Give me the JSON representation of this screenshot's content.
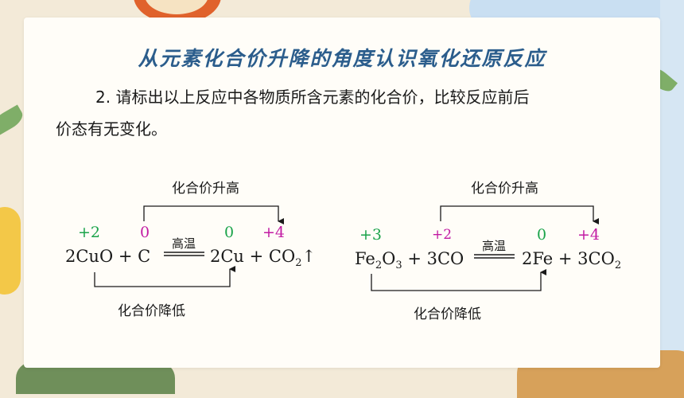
{
  "slide": {
    "title": "从元素化合价升降的角度认识氧化还原反应",
    "paragraph_line1": "2. 请标出以上反应中各物质所含元素的化合价，比较反应前后",
    "paragraph_line2": "价态有无变化。"
  },
  "reaction1": {
    "raise_label": "化合价升高",
    "lower_label": "化合价降低",
    "val_cu_before": "+2",
    "val_c_before": "0",
    "val_cu_after": "0",
    "val_c_after": "+4",
    "lhs": "2CuO + C",
    "condition": "高温",
    "rhs_main": "2Cu + CO",
    "rhs_sub": "2",
    "rhs_tail": "↑"
  },
  "reaction2": {
    "raise_label": "化合价升高",
    "lower_label": "化合价降低",
    "val_fe_before": "+3",
    "val_c_before": "+2",
    "val_fe_after": "0",
    "val_c_after": "+4",
    "lhs_a": "Fe",
    "lhs_sub1": "2",
    "lhs_b": "O",
    "lhs_sub2": "3",
    "lhs_c": " + 3CO",
    "condition": "高温",
    "rhs_main": "2Fe + 3CO",
    "rhs_sub": "2"
  },
  "colors": {
    "title": "#2b5d8c",
    "increase": "#c21ba3",
    "decrease": "#1aa34a"
  }
}
